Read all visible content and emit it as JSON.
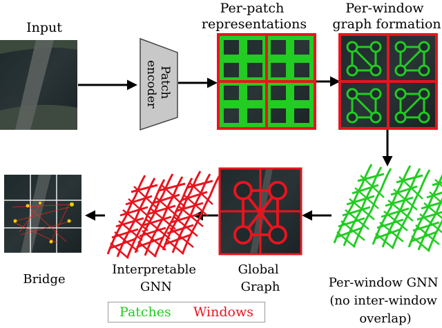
{
  "labels": {
    "input": "Input",
    "encoder": "Patch encoder",
    "per_patch": [
      "Per-patch",
      "representations"
    ],
    "per_window": [
      "Per-window",
      "graph formation"
    ],
    "per_window_gnn": [
      "Per-window GNN",
      "(no inter-window",
      "overlap)"
    ],
    "global_graph": [
      "Global",
      "Graph"
    ],
    "interpretable_gnn": [
      "Interpretable",
      "GNN"
    ],
    "output": "Bridge"
  },
  "legend": {
    "patches": "Patches",
    "windows": "Windows"
  },
  "colors": {
    "patch": "#22cc22",
    "window": "#e8141e",
    "arrow": "#000000",
    "encoder_fill": "#c8c8c8"
  }
}
